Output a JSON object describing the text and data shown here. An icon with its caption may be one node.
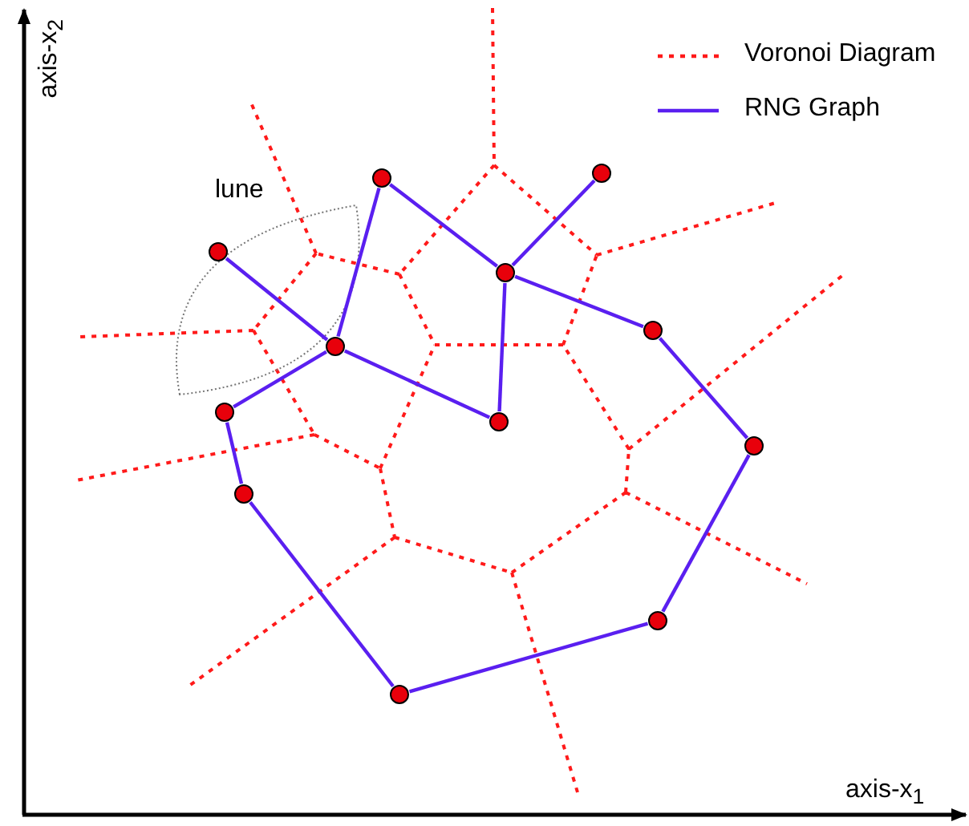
{
  "diagram": {
    "nodes": [
      {
        "text": [],
        "shape": "circle"
      },
      {
        "text": [],
        "shape": "circle"
      },
      {
        "text": [],
        "shape": "circle"
      },
      {
        "text": [],
        "shape": "circle"
      },
      {
        "text": [],
        "shape": "circle"
      },
      {
        "text": [],
        "shape": "circle"
      },
      {
        "text": [],
        "shape": "circle"
      },
      {
        "text": [],
        "shape": "circle"
      },
      {
        "text": [],
        "shape": "circle"
      },
      {
        "text": [],
        "shape": "circle"
      },
      {
        "text": [],
        "shape": "circle"
      },
      {
        "text": [],
        "shape": "circle"
      }
    ],
    "edges": [
      {
        "from": 2,
        "to": 5,
        "arrow": "none"
      },
      {
        "from": 0,
        "to": 5,
        "arrow": "none"
      },
      {
        "from": 0,
        "to": 3,
        "arrow": "none"
      },
      {
        "from": 1,
        "to": 3,
        "arrow": "none"
      },
      {
        "from": 3,
        "to": 7,
        "arrow": "none"
      },
      {
        "from": 3,
        "to": 4,
        "arrow": "none"
      },
      {
        "from": 5,
        "to": 7,
        "arrow": "none"
      },
      {
        "from": 5,
        "to": 6,
        "arrow": "none"
      },
      {
        "from": 6,
        "to": 9,
        "arrow": "none"
      },
      {
        "from": 9,
        "to": 11,
        "arrow": "none"
      },
      {
        "from": 11,
        "to": 10,
        "arrow": "none"
      },
      {
        "from": 10,
        "to": 8,
        "arrow": "none"
      },
      {
        "from": 8,
        "to": 4,
        "arrow": "none"
      }
    ],
    "labels": [
      "axis-x$_{2}$",
      "lune",
      "axis-x$_{1}$"
    ],
    "legend": [
      {
        "text": "Voronoi Diagram"
      },
      {
        "text": "RNG Graph"
      }
    ]
  }
}
